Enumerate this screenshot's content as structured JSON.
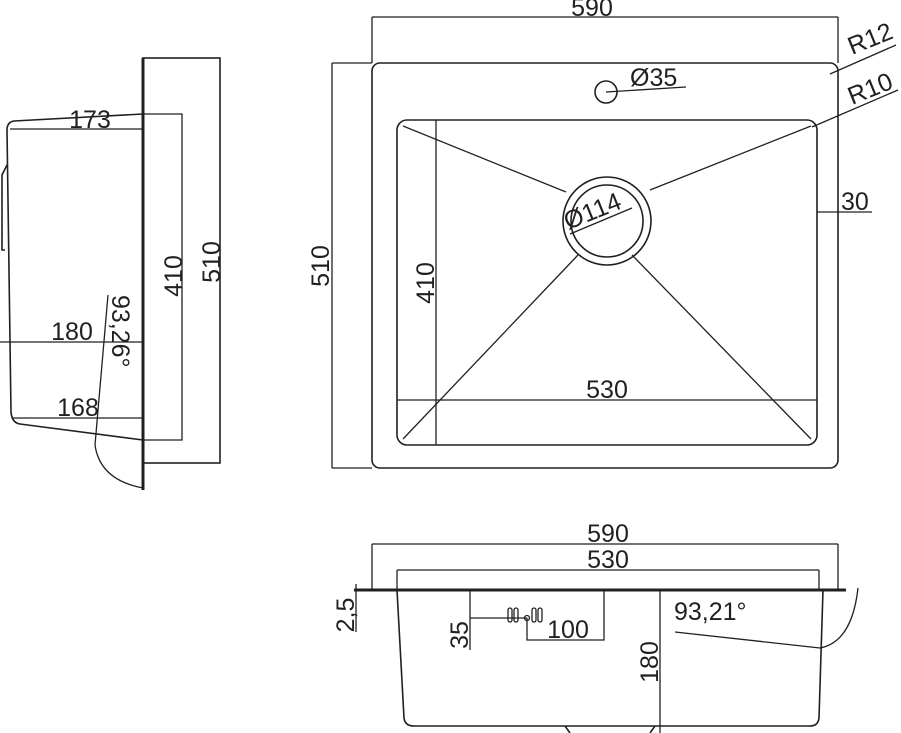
{
  "top_view": {
    "width_overall": "590",
    "depth_overall": "510",
    "bowl_width": "530",
    "bowl_depth": "410",
    "corner_radius_outer": "R12",
    "corner_radius_bowl": "R10",
    "rim_width": "30",
    "tap_hole": "Ø35",
    "drain": "Ø114"
  },
  "side_view": {
    "top_length": "173",
    "mid_length": "180",
    "bottom_length": "168",
    "bowl_depth": "410",
    "overall_depth": "510",
    "angle": "93,26°"
  },
  "front_view": {
    "width_overall": "590",
    "bowl_width": "530",
    "thickness": "2,5",
    "overflow_offset": "35",
    "overflow_length": "100",
    "depth": "180",
    "angle": "93,21°"
  }
}
